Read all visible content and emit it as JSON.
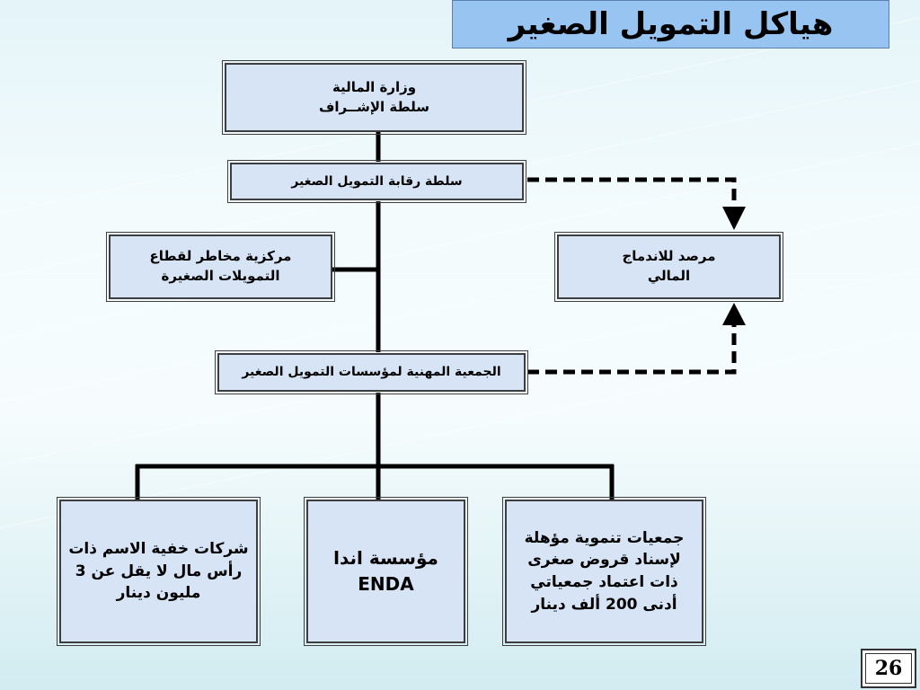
{
  "title": "هياكل التمويل الصغير",
  "nodes": {
    "ministry": {
      "line1": "وزارة المالية",
      "line2": "سلطة الإشــراف"
    },
    "authority": {
      "label": "سلطة رقابة التمويل الصغير"
    },
    "risk_center": {
      "line1": "مركزية مخاطر لقطاع",
      "line2": "التمويلات الصغيرة"
    },
    "observatory": {
      "line1": "مرصد للاندماج",
      "line2": "المالي"
    },
    "association": {
      "label": "الجمعية المهنية لمؤسسات التمويل الصغير"
    },
    "companies": {
      "line1": "شركات خفية الاسم ذات",
      "line2": "رأس مال لا يقل عن 3",
      "line3": "مليون دينار"
    },
    "enda": {
      "line1": "مؤسسة اندا",
      "line2": "ENDA"
    },
    "associations": {
      "line1": "جمعيات تنموية مؤهلة",
      "line2": "لإسناد قروض صغرى",
      "line3": "ذات اعتماد جمعياتي",
      "line4": "أدنى 200 ألف دينار"
    }
  },
  "page_number": "26"
}
